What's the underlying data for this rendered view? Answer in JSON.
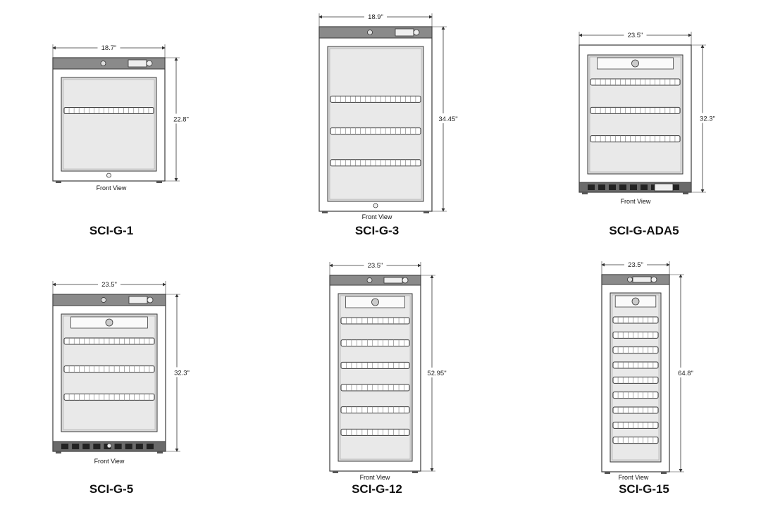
{
  "common": {
    "view_caption": "Front View"
  },
  "units": [
    {
      "model": "SCI-G-1",
      "width": "18.7\"",
      "height": "22.8\"",
      "shelves": 1,
      "style": "compact"
    },
    {
      "model": "SCI-G-3",
      "width": "18.9\"",
      "height": "34.45\"",
      "shelves": 3,
      "style": "compact"
    },
    {
      "model": "SCI-G-ADA5",
      "width": "23.5\"",
      "height": "32.3\"",
      "shelves": 3,
      "style": "ada"
    },
    {
      "model": "SCI-G-5",
      "width": "23.5\"",
      "height": "32.3\"",
      "shelves": 3,
      "style": "five"
    },
    {
      "model": "SCI-G-12",
      "width": "23.5\"",
      "height": "52.95\"",
      "shelves": 6,
      "style": "tall"
    },
    {
      "model": "SCI-G-15",
      "width": "23.5\"",
      "height": "64.8\"",
      "shelves": 9,
      "style": "tall"
    }
  ],
  "colors": {
    "frame": "#6e6e6e",
    "glass": "#d9d9d9",
    "topbar": "#8a8a8a",
    "line": "#3a3a3a"
  }
}
